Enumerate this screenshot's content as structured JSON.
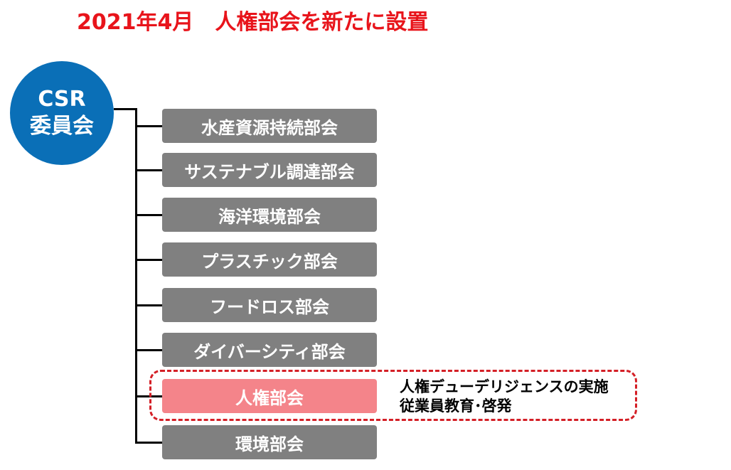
{
  "title": "2021年4月　人権部会を新たに設置",
  "committee": {
    "line1": "CSR",
    "line2": "委員会"
  },
  "subcommittees": [
    {
      "label": "水産資源持続部会"
    },
    {
      "label": "サステナブル調達部会"
    },
    {
      "label": "海洋環境部会"
    },
    {
      "label": "プラスチック部会"
    },
    {
      "label": "フードロス部会"
    },
    {
      "label": "ダイバーシティ部会"
    },
    {
      "label": "人権部会",
      "highlighted": true
    },
    {
      "label": "環境部会"
    }
  ],
  "human_rights_note": {
    "line1": "人権デューデリジェンスの実施",
    "line2": "従業員教育･啓発"
  },
  "colors": {
    "title": "#e8141b",
    "committee_circle": "#0a6fb7",
    "subcommittee_box": "#808080",
    "highlight_box": "#f4848a",
    "dashed_outline": "#d41f26"
  }
}
